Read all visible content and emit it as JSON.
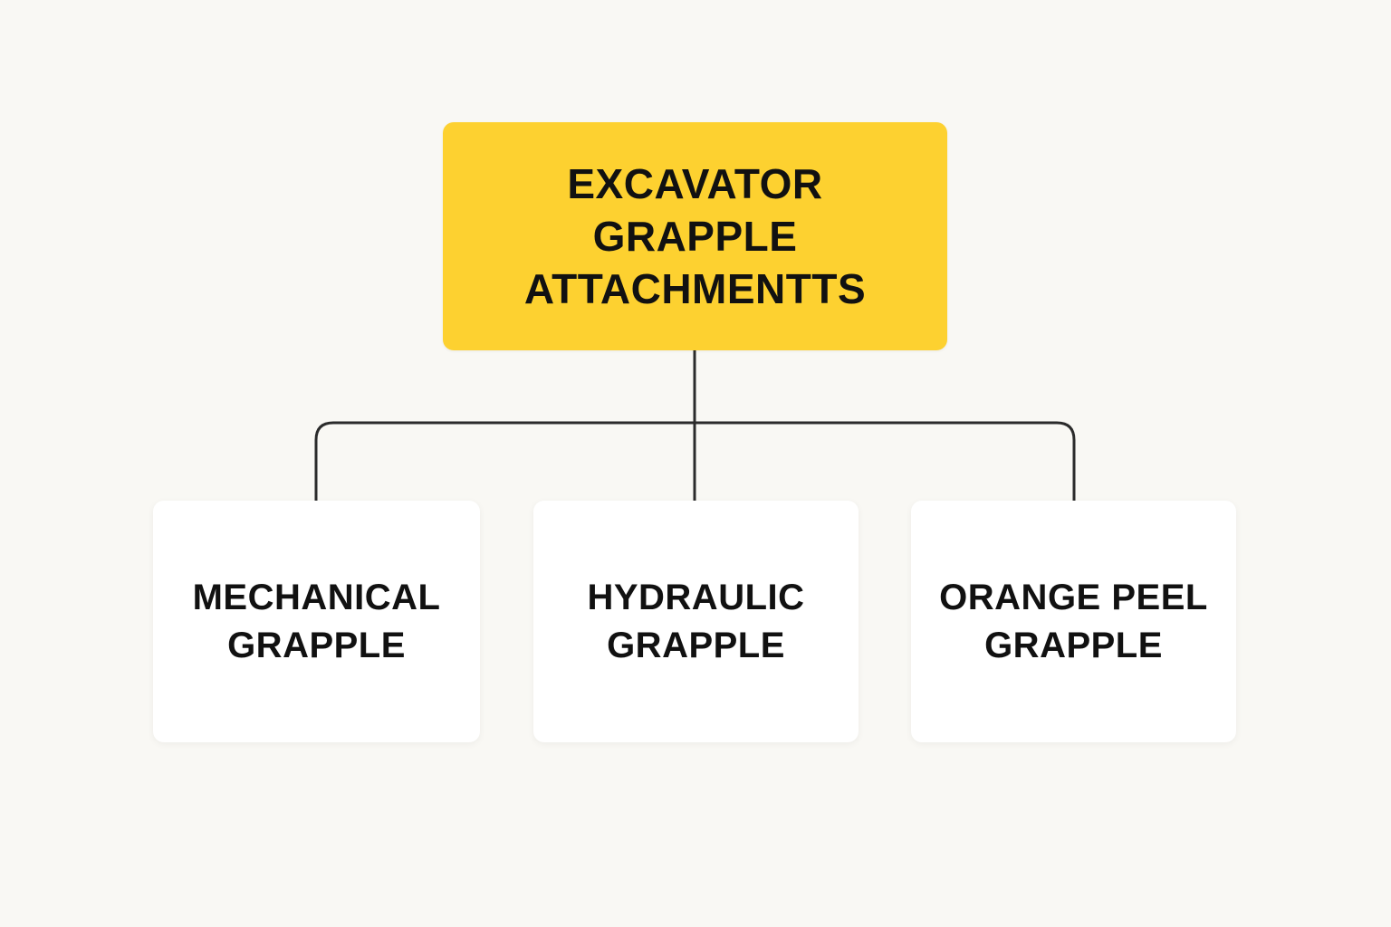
{
  "colors": {
    "background": "#F9F8F4",
    "root_fill": "#FDD130",
    "child_fill": "#FFFFFF",
    "text": "#111111",
    "connector": "#2B2B2B"
  },
  "diagram": {
    "root": {
      "label": "EXCAVATOR GRAPPLE ATTACHMENTTS"
    },
    "children": [
      {
        "label": "MECHANICAL GRAPPLE"
      },
      {
        "label": "HYDRAULIC GRAPPLE"
      },
      {
        "label": "ORANGE PEEL GRAPPLE"
      }
    ]
  }
}
